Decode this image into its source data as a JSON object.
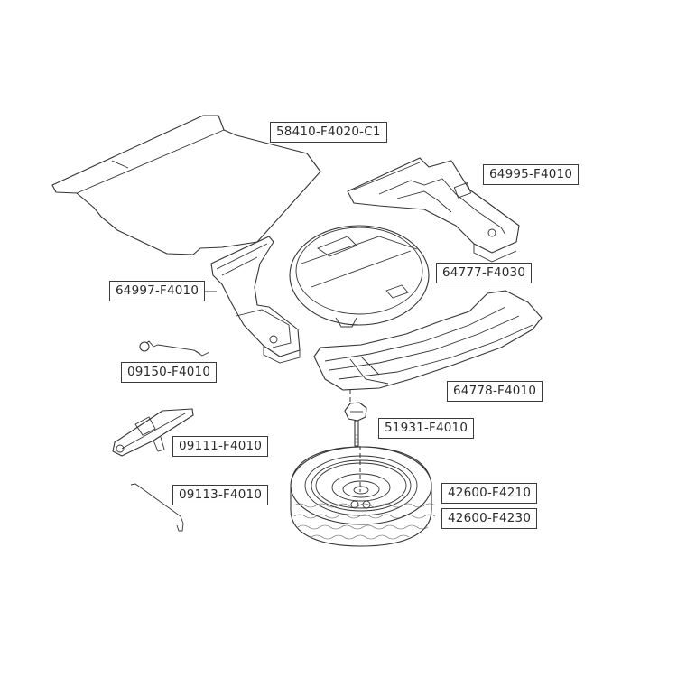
{
  "diagram": {
    "parts": [
      {
        "id": "deck-board",
        "part_number": "58410-F4020-C1"
      },
      {
        "id": "tray-right",
        "part_number": "64995-F4010"
      },
      {
        "id": "tray-left",
        "part_number": "64997-F4010"
      },
      {
        "id": "spare-wheel-tray",
        "part_number": "64777-F4030"
      },
      {
        "id": "wheel-well-cover",
        "part_number": "64778-F4010"
      },
      {
        "id": "jack-handle",
        "part_number": "09150-F4010"
      },
      {
        "id": "spare-clamp-bolt",
        "part_number": "51931-F4010"
      },
      {
        "id": "jack",
        "part_number": "09111-F4010"
      },
      {
        "id": "tow-hook",
        "part_number": "09113-F4010"
      },
      {
        "id": "spare-wheel-a",
        "part_number": "42600-F4210"
      },
      {
        "id": "spare-wheel-b",
        "part_number": "42600-F4230"
      }
    ]
  },
  "colors": {
    "line": "#333333",
    "background": "#ffffff"
  }
}
